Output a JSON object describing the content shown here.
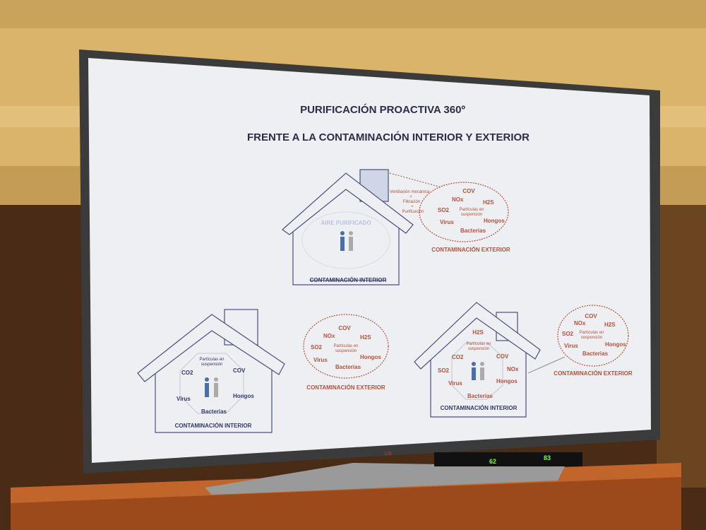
{
  "slide": {
    "title_line1": "PURIFICACIÓN PROACTIVA 360º",
    "title_line2": "FRENTE A LA CONTAMINACIÓN INTERIOR Y EXTERIOR",
    "top": {
      "process": [
        "Ventilación mecánica",
        "+",
        "Filtración",
        "+",
        "Purificación"
      ],
      "purified_air": "AIRE PURIFICADO",
      "interior_label": "CONTAMINACIÓN INTERIOR",
      "exterior_label": "CONTAMINACIÓN EXTERIOR",
      "pollutants": {
        "cov": "COV",
        "nox": "NOx",
        "h2s": "H2S",
        "so2": "SO2",
        "particles1": "Partículas en",
        "particles2": "suspensión",
        "virus": "Virus",
        "hongos": "Hongos",
        "bacterias": "Bacterias"
      }
    },
    "bottom_left": {
      "interior_label": "CONTAMINACIÓN INTERIOR",
      "interior": {
        "particles1": "Partículas en",
        "particles2": "suspensión",
        "co2": "CO2",
        "cov": "COV",
        "virus": "Virus",
        "hongos": "Hongos",
        "bacterias": "Bacterias"
      },
      "exterior_label": "CONTAMINACIÓN EXTERIOR",
      "exterior": {
        "cov": "COV",
        "nox": "NOx",
        "h2s": "H2S",
        "so2": "SO2",
        "particles1": "Partículas en",
        "particles2": "suspensión",
        "virus": "Virus",
        "hongos": "Hongos",
        "bacterias": "Bacterias"
      }
    },
    "bottom_right": {
      "interior_label": "CONTAMINACIÓN INTERIOR",
      "interior": {
        "h2s": "H2S",
        "particles1": "Partículas en",
        "particles2": "suspensión",
        "co2": "CO2",
        "cov": "COV",
        "so2": "SO2",
        "nox": "NOx",
        "virus": "Virus",
        "hongos": "Hongos",
        "bacterias": "Bacterias"
      },
      "exterior_label": "CONTAMINACIÓN EXTERIOR",
      "exterior": {
        "cov": "COV",
        "nox": "NOx",
        "h2s": "H2S",
        "so2": "SO2",
        "particles1": "Partículas en",
        "particles2": "suspensión",
        "virus": "Virus",
        "hongos": "Hongos",
        "bacterias": "Bacterias"
      }
    }
  },
  "tv": {
    "brand": "LG",
    "display_left": "62",
    "display_right": "83"
  }
}
